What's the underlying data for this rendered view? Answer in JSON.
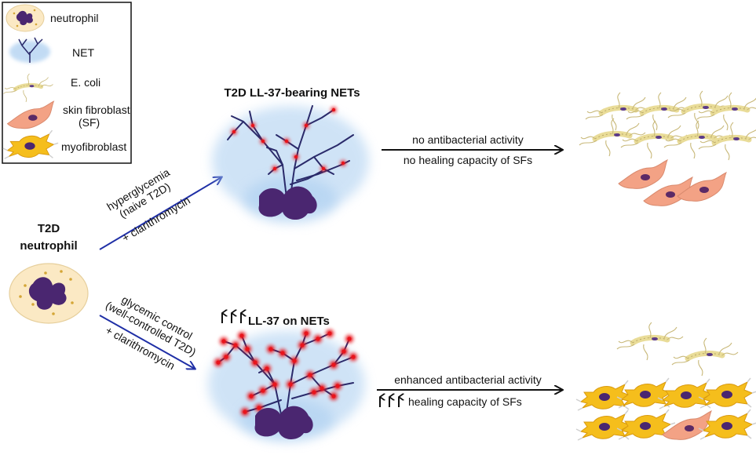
{
  "legend": {
    "items": [
      {
        "label": "neutrophil"
      },
      {
        "label": "NET"
      },
      {
        "label": "E. coli"
      },
      {
        "label_line1": "skin fibroblast",
        "label_line2": "(SF)"
      },
      {
        "label": "myofibroblast"
      }
    ]
  },
  "source": {
    "title_line1": "T2D",
    "title_line2": "neutrophil"
  },
  "top_path": {
    "arrow_label_line1": "hyperglycemia",
    "arrow_label_line2": "(naive T2D)",
    "arrow_label_line3": "+ clarithromycin",
    "net_title": "T2D LL-37-bearing NETs",
    "outcome_line1": "no antibacterial activity",
    "outcome_line2": "no healing capacity of SFs"
  },
  "bottom_path": {
    "arrow_label_line1": "glycemic control",
    "arrow_label_line2": "(well-controlled T2D)",
    "arrow_label_line3": "+ clarithromycin",
    "net_title": "LL-37 on NETs",
    "outcome_line1": "enhanced antibacterial activity",
    "outcome_line2": "healing capacity of SFs"
  },
  "colors": {
    "neutrophil_cytoplasm": "#fbe9c4",
    "nucleus": "#4a2670",
    "net_glow": "#a9cdf0",
    "ll37_dot": "#e8141c",
    "ecoli": "#e9dc98",
    "skin_fibroblast": "#f3a285",
    "myofibroblast": "#f5be1c",
    "arrow_blue": "#1f2fa6"
  }
}
